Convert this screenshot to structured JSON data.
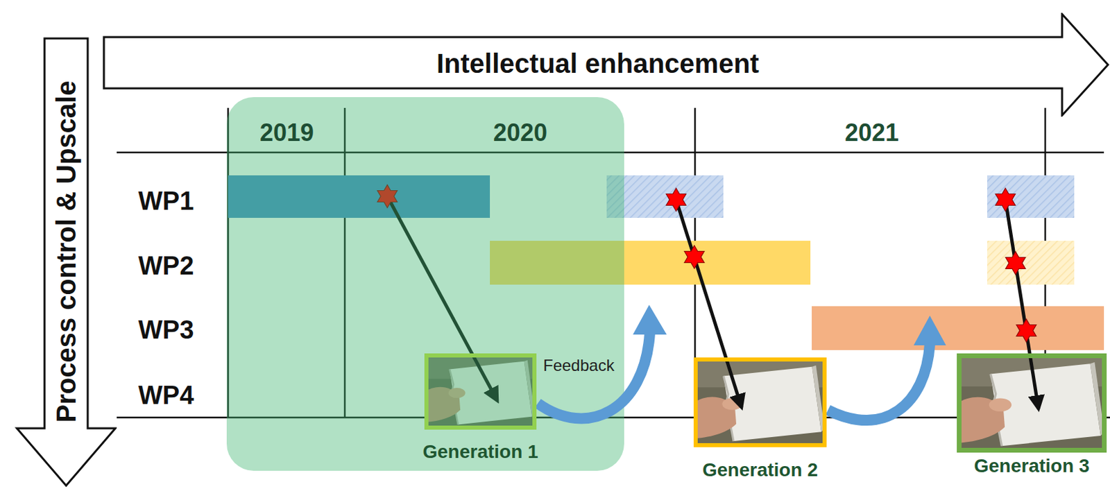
{
  "diagram": {
    "nodes": [
      {
        "text": [
          "Intellectual enhancement"
        ]
      },
      {
        "text": [
          "Process control & Upscale"
        ]
      },
      {
        "text": [
          "Generation 1"
        ]
      },
      {
        "text": [
          "Generation 2"
        ]
      },
      {
        "text": [
          "Generation 3"
        ]
      }
    ],
    "labels": [
      "2019",
      "2020",
      "2021",
      "WP1",
      "WP2",
      "WP3",
      "WP4",
      "Feedback"
    ]
  }
}
